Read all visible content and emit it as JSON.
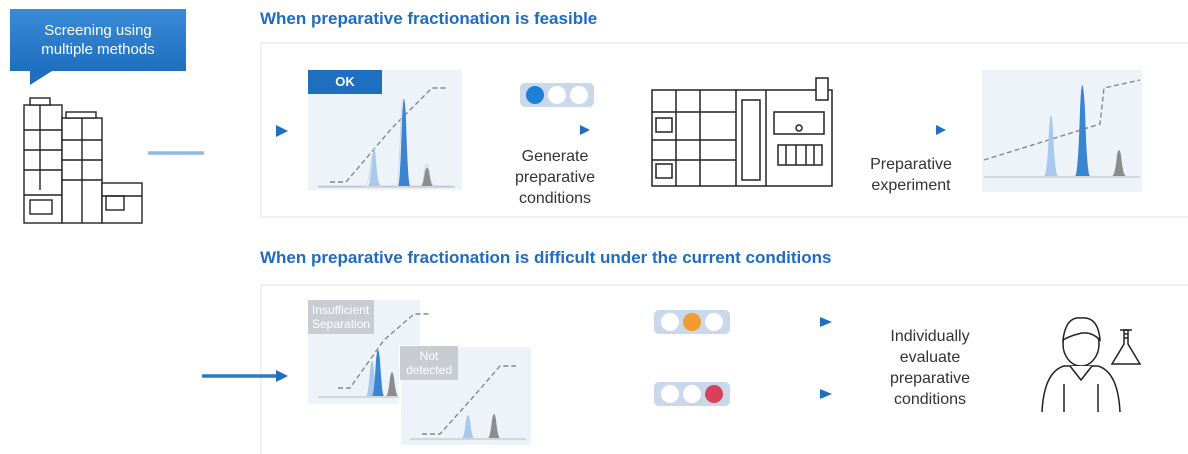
{
  "callout": {
    "line1": "Screening using",
    "line2": "multiple methods"
  },
  "section_top": {
    "heading": "When preparative fractionation is feasible"
  },
  "section_bottom": {
    "heading": "When preparative fractionation is difficult under the current conditions"
  },
  "labels": {
    "ok": "OK",
    "generate_1": "Generate",
    "generate_2": "preparative",
    "generate_3": "conditions",
    "prep_exp_1": "Preparative",
    "prep_exp_2": "experiment",
    "insufficient_1": "Insufficient",
    "insufficient_2": "Separation",
    "not_detected_1": "Not",
    "not_detected_2": "detected",
    "eval_1": "Individually",
    "eval_2": "evaluate",
    "eval_3": "preparative",
    "eval_4": "conditions"
  },
  "colors": {
    "accent": "#1f6fc1",
    "light_blue": "#a9c9ec",
    "signal_blue": "#1f7fd6",
    "signal_orange": "#f39a33",
    "signal_red": "#d9415b",
    "grey_peak": "#8c8c8c"
  },
  "icons": {
    "instrument_small": "hplc-system-icon",
    "instrument_large": "prep-lc-system-icon",
    "signal": "traffic-light-icon",
    "person": "scientist-icon",
    "flask": "flask-icon"
  }
}
